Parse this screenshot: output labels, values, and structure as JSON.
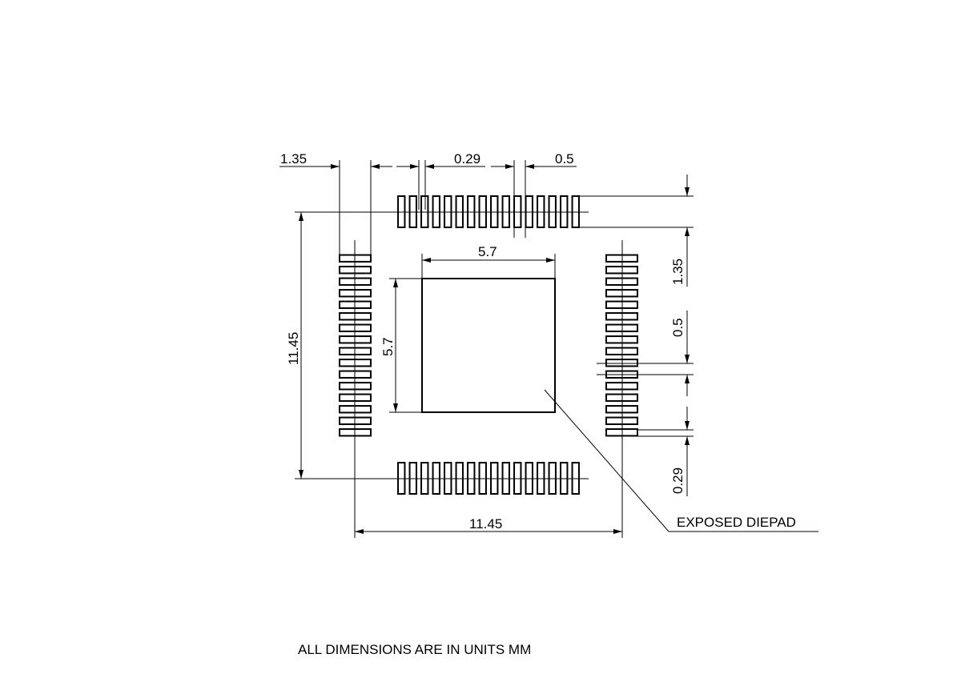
{
  "drawing": {
    "pins_per_side": 16,
    "dimensions": {
      "pad_length": "1.35",
      "pad_width": "0.29",
      "pitch": "0.5",
      "die_width": "5.7",
      "die_height": "5.7",
      "span_vertical": "11.45",
      "span_horizontal": "11.45",
      "right_pad_length": "1.35",
      "right_pitch": "0.5",
      "right_pad_width": "0.29"
    },
    "callout": "EXPOSED DIEPAD",
    "note": "ALL DIMENSIONS ARE IN UNITS MM"
  }
}
